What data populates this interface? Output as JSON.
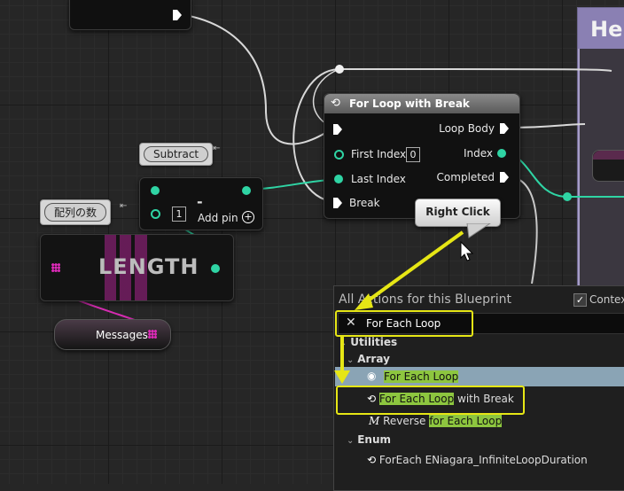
{
  "panel": {
    "title": "Hel"
  },
  "for_loop_node": {
    "title": "For Loop with Break",
    "pins_left": [
      "First Index",
      "Last Index",
      "Break"
    ],
    "pins_right": [
      "Loop Body",
      "Index",
      "Completed"
    ],
    "first_index_value": "0"
  },
  "subtract_node": {
    "comment": "Subtract",
    "symbol": "-",
    "pin_value": "1",
    "add_pin_label": "Add pin"
  },
  "length_node": {
    "comment": "配列の数",
    "title": "LENGTH"
  },
  "messages_node": {
    "label": "Messages"
  },
  "callout": {
    "label": "Right Click"
  },
  "action_menu": {
    "title": "All Actions for this Blueprint",
    "context_label": "Contex",
    "search_value": "For Each Loop",
    "categories": {
      "utilities": "Utilities",
      "array": "Array",
      "enum": "Enum"
    },
    "items": {
      "for_each_loop": "For Each Loop",
      "for_each_break_match": "For Each Loop",
      "for_each_break_rest": " with Break",
      "reverse_prefix": "Reverse ",
      "reverse_match": "for Each Loop",
      "enum_item": "ForEach ENiagara_InfiniteLoopDuration"
    }
  }
}
